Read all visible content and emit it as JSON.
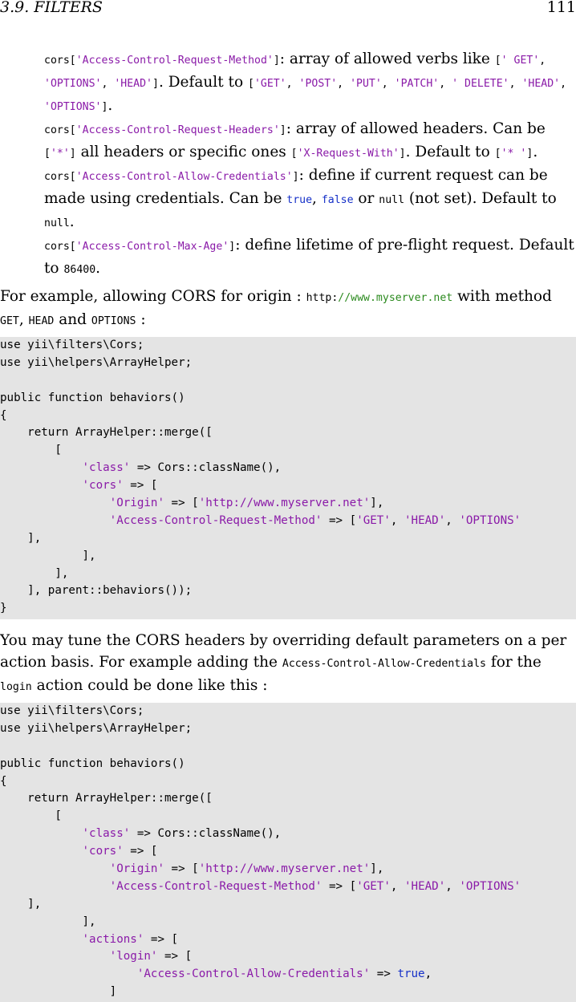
{
  "header": {
    "section": "3.9.  FILTERS",
    "page": "111"
  },
  "defs": [
    [
      {
        "t": "m",
        "v": "cors["
      },
      {
        "t": "s",
        "v": "'Access-Control-Request-Method'"
      },
      {
        "t": "m",
        "v": "]"
      },
      {
        "t": "x",
        "v": ":  array of allowed verbs like "
      },
      {
        "t": "m",
        "v": "["
      },
      {
        "t": "s",
        "v": "' GET'"
      },
      {
        "t": "m",
        "v": ", "
      },
      {
        "t": "s",
        "v": "'OPTIONS'"
      },
      {
        "t": "m",
        "v": ", "
      },
      {
        "t": "s",
        "v": "'HEAD'"
      },
      {
        "t": "m",
        "v": "]"
      },
      {
        "t": "x",
        "v": ". Default to "
      },
      {
        "t": "m",
        "v": "["
      },
      {
        "t": "s",
        "v": "'GET'"
      },
      {
        "t": "m",
        "v": ", "
      },
      {
        "t": "s",
        "v": "'POST'"
      },
      {
        "t": "m",
        "v": ", "
      },
      {
        "t": "s",
        "v": "'PUT'"
      },
      {
        "t": "m",
        "v": ", "
      },
      {
        "t": "s",
        "v": "'PATCH'"
      },
      {
        "t": "m",
        "v": ", "
      },
      {
        "t": "s",
        "v": "' DELETE'"
      },
      {
        "t": "m",
        "v": ", "
      },
      {
        "t": "s",
        "v": "'HEAD'"
      },
      {
        "t": "m",
        "v": ", "
      },
      {
        "t": "s",
        "v": "'OPTIONS'"
      },
      {
        "t": "m",
        "v": "]"
      },
      {
        "t": "x",
        "v": "."
      }
    ],
    [
      {
        "t": "m",
        "v": "cors["
      },
      {
        "t": "s",
        "v": "'Access-Control-Request-Headers'"
      },
      {
        "t": "m",
        "v": "]"
      },
      {
        "t": "x",
        "v": ": array of allowed headers. Can be "
      },
      {
        "t": "m",
        "v": "["
      },
      {
        "t": "s",
        "v": "'*'"
      },
      {
        "t": "m",
        "v": "]"
      },
      {
        "t": "x",
        "v": " all headers or specific ones "
      },
      {
        "t": "m",
        "v": "["
      },
      {
        "t": "s",
        "v": "'X-Request-With'"
      },
      {
        "t": "m",
        "v": "]"
      },
      {
        "t": "x",
        "v": ". Default to "
      },
      {
        "t": "m",
        "v": "["
      },
      {
        "t": "s",
        "v": "'* '"
      },
      {
        "t": "m",
        "v": "]"
      },
      {
        "t": "x",
        "v": "."
      }
    ],
    [
      {
        "t": "m",
        "v": "cors["
      },
      {
        "t": "s",
        "v": "'Access-Control-Allow-Credentials'"
      },
      {
        "t": "m",
        "v": "]"
      },
      {
        "t": "x",
        "v": ": define if current request can be made using credentials. Can be "
      },
      {
        "t": "k",
        "v": "true"
      },
      {
        "t": "x",
        "v": ", "
      },
      {
        "t": "k",
        "v": "false"
      },
      {
        "t": "x",
        "v": " or "
      },
      {
        "t": "m",
        "v": "null"
      },
      {
        "t": "x",
        "v": " (not set). Default to "
      },
      {
        "t": "m",
        "v": "null"
      },
      {
        "t": "x",
        "v": "."
      }
    ],
    [
      {
        "t": "m",
        "v": "cors["
      },
      {
        "t": "s",
        "v": "'Access-Control-Max-Age'"
      },
      {
        "t": "m",
        "v": "]"
      },
      {
        "t": "x",
        "v": ": define lifetime of pre-flight request. Default to "
      },
      {
        "t": "m",
        "v": "86400"
      },
      {
        "t": "x",
        "v": "."
      }
    ]
  ],
  "para1": [
    {
      "t": "x",
      "v": "For example, allowing CORS for origin : "
    },
    {
      "t": "m",
      "v": "http:"
    },
    {
      "t": "u",
      "v": "//www.myserver.net"
    },
    {
      "t": "x",
      "v": " with method "
    },
    {
      "t": "m",
      "v": "GET"
    },
    {
      "t": "x",
      "v": ", "
    },
    {
      "t": "m",
      "v": "HEAD"
    },
    {
      "t": "x",
      "v": " and "
    },
    {
      "t": "m",
      "v": "OPTIONS"
    },
    {
      "t": "x",
      "v": " :"
    }
  ],
  "para2": [
    {
      "t": "x",
      "v": "You may tune the CORS headers by overriding default parameters on a per action basis.  For example adding the "
    },
    {
      "t": "m",
      "v": "Access-Control-Allow-Credentials"
    },
    {
      "t": "x",
      "v": " for the "
    },
    {
      "t": "m",
      "v": "login"
    },
    {
      "t": "x",
      "v": " action could be done like this :"
    }
  ],
  "code1": [
    [
      {
        "t": "m",
        "v": "use yii\\filters\\Cors;"
      }
    ],
    [
      {
        "t": "m",
        "v": "use yii\\helpers\\ArrayHelper;"
      }
    ],
    [],
    [
      {
        "t": "m",
        "v": "public function behaviors()"
      }
    ],
    [
      {
        "t": "m",
        "v": "{"
      }
    ],
    [
      {
        "t": "m",
        "v": "    return ArrayHelper::merge(["
      }
    ],
    [
      {
        "t": "m",
        "v": "        ["
      }
    ],
    [
      {
        "t": "m",
        "v": "            "
      },
      {
        "t": "s",
        "v": "'class'"
      },
      {
        "t": "m",
        "v": " => Cors::className(),"
      }
    ],
    [
      {
        "t": "m",
        "v": "            "
      },
      {
        "t": "s",
        "v": "'cors'"
      },
      {
        "t": "m",
        "v": " => ["
      }
    ],
    [
      {
        "t": "m",
        "v": "                "
      },
      {
        "t": "s",
        "v": "'Origin'"
      },
      {
        "t": "m",
        "v": " => ["
      },
      {
        "t": "s",
        "v": "'http://www.myserver.net'"
      },
      {
        "t": "m",
        "v": "],"
      }
    ],
    [
      {
        "t": "m",
        "v": "                "
      },
      {
        "t": "s",
        "v": "'Access-Control-Request-Method'"
      },
      {
        "t": "m",
        "v": " => ["
      },
      {
        "t": "s",
        "v": "'GET'"
      },
      {
        "t": "m",
        "v": ", "
      },
      {
        "t": "s",
        "v": "'HEAD'"
      },
      {
        "t": "m",
        "v": ", "
      },
      {
        "t": "s",
        "v": "'OPTIONS'"
      }
    ],
    [
      {
        "t": "m",
        "v": "    ],"
      }
    ],
    [
      {
        "t": "m",
        "v": "            ],"
      }
    ],
    [
      {
        "t": "m",
        "v": "        ],"
      }
    ],
    [
      {
        "t": "m",
        "v": "    ], parent::behaviors());"
      }
    ],
    [
      {
        "t": "m",
        "v": "}"
      }
    ]
  ],
  "code2": [
    [
      {
        "t": "m",
        "v": "use yii\\filters\\Cors;"
      }
    ],
    [
      {
        "t": "m",
        "v": "use yii\\helpers\\ArrayHelper;"
      }
    ],
    [],
    [
      {
        "t": "m",
        "v": "public function behaviors()"
      }
    ],
    [
      {
        "t": "m",
        "v": "{"
      }
    ],
    [
      {
        "t": "m",
        "v": "    return ArrayHelper::merge(["
      }
    ],
    [
      {
        "t": "m",
        "v": "        ["
      }
    ],
    [
      {
        "t": "m",
        "v": "            "
      },
      {
        "t": "s",
        "v": "'class'"
      },
      {
        "t": "m",
        "v": " => Cors::className(),"
      }
    ],
    [
      {
        "t": "m",
        "v": "            "
      },
      {
        "t": "s",
        "v": "'cors'"
      },
      {
        "t": "m",
        "v": " => ["
      }
    ],
    [
      {
        "t": "m",
        "v": "                "
      },
      {
        "t": "s",
        "v": "'Origin'"
      },
      {
        "t": "m",
        "v": " => ["
      },
      {
        "t": "s",
        "v": "'http://www.myserver.net'"
      },
      {
        "t": "m",
        "v": "],"
      }
    ],
    [
      {
        "t": "m",
        "v": "                "
      },
      {
        "t": "s",
        "v": "'Access-Control-Request-Method'"
      },
      {
        "t": "m",
        "v": " => ["
      },
      {
        "t": "s",
        "v": "'GET'"
      },
      {
        "t": "m",
        "v": ", "
      },
      {
        "t": "s",
        "v": "'HEAD'"
      },
      {
        "t": "m",
        "v": ", "
      },
      {
        "t": "s",
        "v": "'OPTIONS'"
      }
    ],
    [
      {
        "t": "m",
        "v": "    ],"
      }
    ],
    [
      {
        "t": "m",
        "v": "            ],"
      }
    ],
    [
      {
        "t": "m",
        "v": "            "
      },
      {
        "t": "s",
        "v": "'actions'"
      },
      {
        "t": "m",
        "v": " => ["
      }
    ],
    [
      {
        "t": "m",
        "v": "                "
      },
      {
        "t": "s",
        "v": "'login'"
      },
      {
        "t": "m",
        "v": " => ["
      }
    ],
    [
      {
        "t": "m",
        "v": "                    "
      },
      {
        "t": "s",
        "v": "'Access-Control-Allow-Credentials'"
      },
      {
        "t": "m",
        "v": " => "
      },
      {
        "t": "k",
        "v": "true"
      },
      {
        "t": "m",
        "v": ","
      }
    ],
    [
      {
        "t": "m",
        "v": "                ]"
      }
    ]
  ],
  "colors": {
    "string": "#8a1aa8",
    "keyword": "#1530c8",
    "url": "#2b8a1e",
    "code_bg": "#e4e4e4"
  }
}
